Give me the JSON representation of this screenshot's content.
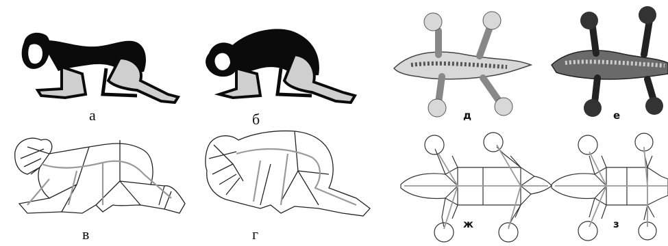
{
  "labels": {
    "a": "а",
    "b": "б",
    "v": "в",
    "g": "г",
    "d": "д",
    "e": "е",
    "zh": "ж",
    "z": "з"
  },
  "colors": {
    "silhouette_dark": "#0b0b0b",
    "silhouette_light": "#cfcfcf",
    "skeleton_gray": "#9a9a9a",
    "outline": "#222222",
    "lizard_light": "#d8d8d8",
    "lizard_dark": "#6a6a6a"
  }
}
